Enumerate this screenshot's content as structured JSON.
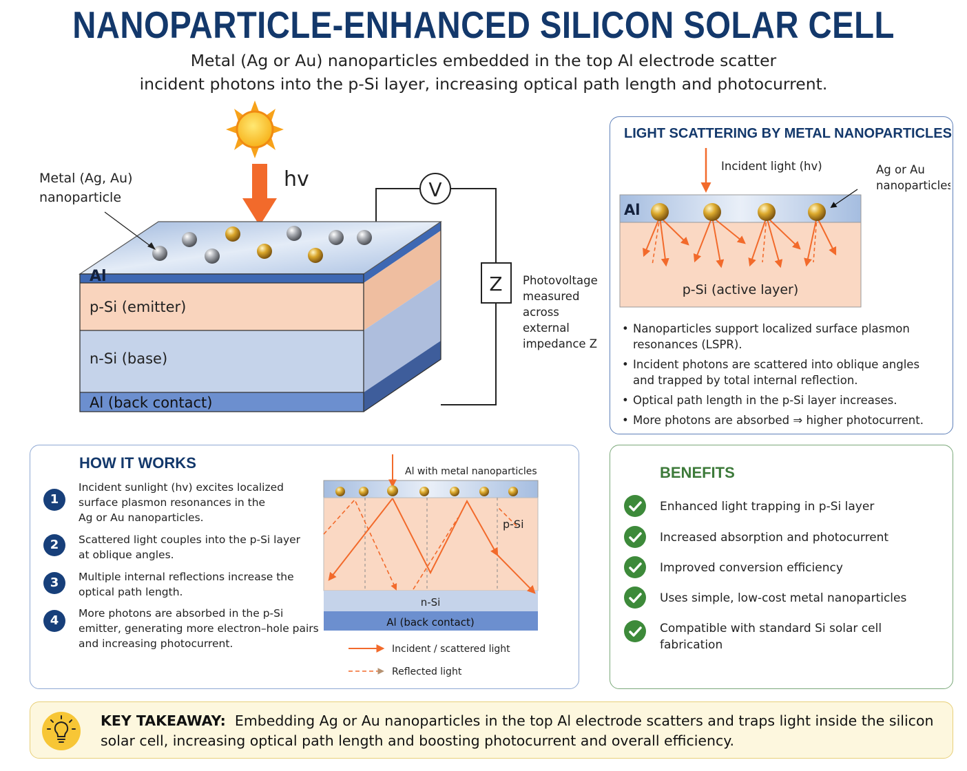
{
  "title": "NANOPARTICLE-ENHANCED SILICON SOLAR CELL",
  "subtitle_line1": "Metal (Ag or Au) nanoparticles embedded in the top Al electrode scatter",
  "subtitle_line2": "incident photons into the p-Si layer, increasing optical path length and photocurrent.",
  "cell_diagram": {
    "photon_label": "hv",
    "nanoparticle_callout_line1": "Metal (Ag, Au)",
    "nanoparticle_callout_line2": "nanoparticle",
    "layer_al_top": "Al",
    "layer_p_si": "p-Si (emitter)",
    "layer_n_si": "n-Si (base)",
    "layer_al_back": "Al (back contact)",
    "voltmeter": "V",
    "impedance": "Z",
    "photovoltage_note": [
      "Photovoltage",
      "measured",
      "across",
      "external",
      "impedance Z"
    ]
  },
  "scattering_panel": {
    "title": "LIGHT SCATTERING BY METAL NANOPARTICLES",
    "incident_label": "Incident light (hv)",
    "np_label_line1": "Ag or Au",
    "np_label_line2": "nanoparticles",
    "al_label": "Al",
    "active_label": "p-Si (active layer)",
    "bullets": [
      {
        "line1": "Nanoparticles support localized surface plasmon",
        "line2": "resonances (LSPR)."
      },
      {
        "line1": "Incident photons are scattered into oblique angles",
        "line2": "and trapped by total internal reflection."
      },
      {
        "line1": "Optical path length in the p-Si layer increases.",
        "line2": ""
      },
      {
        "line1": "More photons are absorbed ⇒ higher photocurrent.",
        "line2": ""
      }
    ]
  },
  "how_it_works": {
    "title": "HOW IT WORKS",
    "steps": [
      {
        "num": "1",
        "lines": [
          "Incident sunlight (hv) excites localized",
          "surface plasmon resonances in the",
          "Ag or Au nanoparticles."
        ]
      },
      {
        "num": "2",
        "lines": [
          "Scattered light couples into the p-Si layer",
          "at oblique angles."
        ]
      },
      {
        "num": "3",
        "lines": [
          "Multiple internal reflections increase the",
          "optical path length."
        ]
      },
      {
        "num": "4",
        "lines": [
          "More photons are absorbed in the p-Si",
          "emitter, generating more electron–hole pairs",
          "and increasing photocurrent."
        ]
      }
    ],
    "diagram": {
      "top_label": "Al with metal nanoparticles",
      "p_si": "p-Si",
      "n_si": "n-Si",
      "al_back": "Al (back contact)",
      "legend_incident": "Incident / scattered light",
      "legend_reflected": "Reflected light"
    }
  },
  "benefits": {
    "title": "BENEFITS",
    "items": [
      {
        "line1": "Enhanced light trapping in p-Si layer",
        "line2": ""
      },
      {
        "line1": "Increased absorption and photocurrent",
        "line2": ""
      },
      {
        "line1": "Improved conversion efficiency",
        "line2": ""
      },
      {
        "line1": "Uses simple, low-cost metal nanoparticles",
        "line2": ""
      },
      {
        "line1": "Compatible with standard Si solar cell",
        "line2": "fabrication"
      }
    ]
  },
  "takeaway": {
    "label": "KEY TAKEAWAY:",
    "line1": "Embedding Ag or Au nanoparticles in the top Al electrode scatters and traps light inside the silicon",
    "line2": "solar cell, increasing optical path length and boosting photocurrent and overall efficiency."
  },
  "colors": {
    "navy": "#13386b",
    "orange": "#f26a2b",
    "green": "#3d8a3a",
    "p_si": "#f9d4bd",
    "n_si": "#c5d3ea",
    "al": "#6c8fcf"
  }
}
